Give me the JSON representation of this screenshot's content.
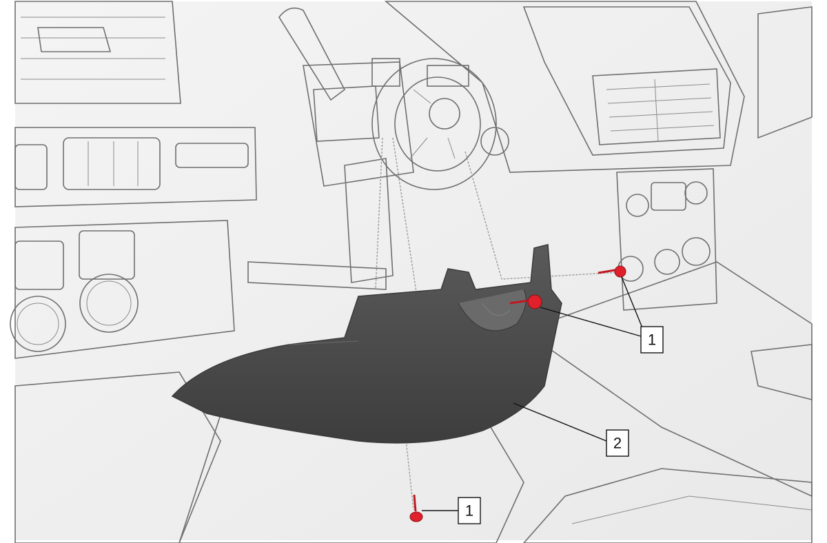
{
  "callouts": [
    {
      "id": "callout-1-upper",
      "label": "1"
    },
    {
      "id": "callout-2",
      "label": "2"
    },
    {
      "id": "callout-1-lower",
      "label": "1"
    }
  ],
  "colors": {
    "fastener": "#e0202a",
    "cover": "#4d4d4d",
    "outline": "#6e6e6e"
  },
  "icons": [
    "steering-column-icon",
    "clock-spring-icon",
    "lower-trim-cover-icon",
    "fastener-icon"
  ]
}
